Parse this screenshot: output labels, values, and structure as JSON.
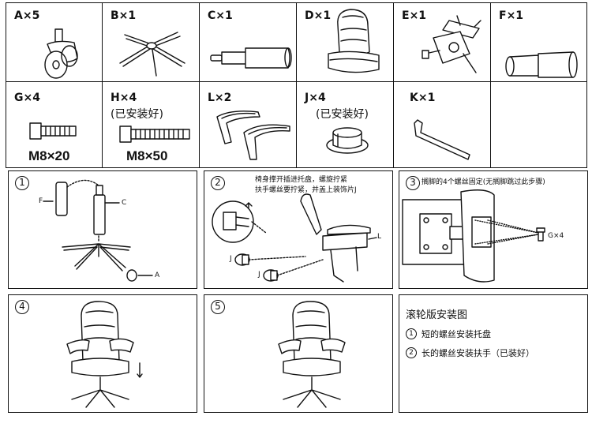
{
  "parts": [
    {
      "key": "A",
      "label": "A×5"
    },
    {
      "key": "B",
      "label": "B×1"
    },
    {
      "key": "C",
      "label": "C×1"
    },
    {
      "key": "D",
      "label": "D×1"
    },
    {
      "key": "E",
      "label": "E×1"
    },
    {
      "key": "F",
      "label": "F×1"
    },
    {
      "key": "G",
      "label": "G×4",
      "size": "M8×20"
    },
    {
      "key": "H",
      "label": "H×4",
      "note": "(已安装好)",
      "size": "M8×50"
    },
    {
      "key": "L",
      "label": "L×2"
    },
    {
      "key": "J",
      "label": "J×4",
      "note": "(已安装好)"
    },
    {
      "key": "K",
      "label": "K×1"
    }
  ],
  "steps": [
    {
      "num": "1",
      "callouts": {
        "F": "F",
        "C": "C",
        "A": "A"
      }
    },
    {
      "num": "2",
      "note1": "椅身撑开插进托盘，螺旋拧紧",
      "note2": "扶手螺丝要拧紧，并盖上装饰片J",
      "callouts": {
        "L": "L",
        "J1": "J",
        "J2": "J"
      }
    },
    {
      "num": "3",
      "note": "搁脚的4个螺丝固定(无搁脚跳过此步骤)",
      "callout_g": "G×4"
    },
    {
      "num": "4"
    },
    {
      "num": "5"
    }
  ],
  "wheel_panel": {
    "title": "滚轮版安装图",
    "items": [
      {
        "num": "1",
        "text": "短的螺丝安装托盘"
      },
      {
        "num": "2",
        "text": "长的螺丝安装扶手（已装好）"
      }
    ]
  }
}
